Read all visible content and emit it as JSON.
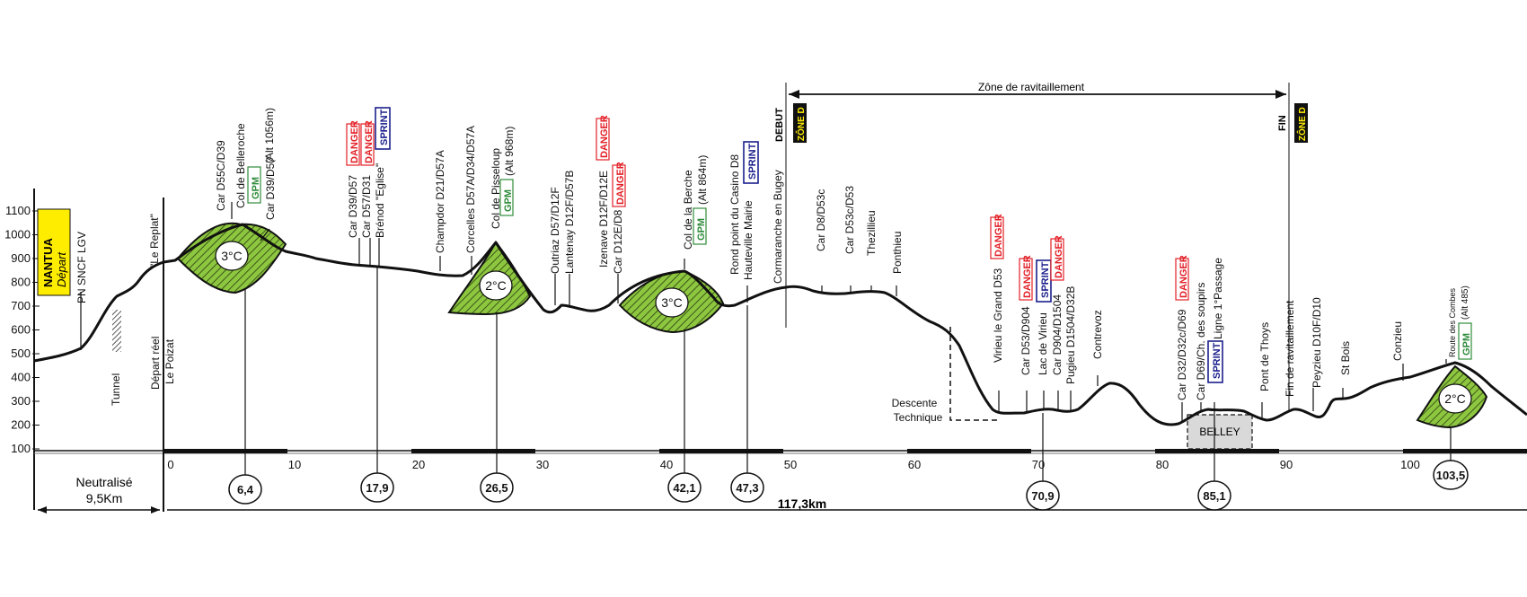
{
  "start": {
    "town": "NANTUA",
    "depart": "Départ",
    "pn": "PN SNCF LGV",
    "tunnel": "Tunnel",
    "le_replat": "\"Le Replat\"",
    "depart_reel": "Départ réel",
    "le_poizat": "Le Poizat"
  },
  "y_axis": [
    "100",
    "200",
    "300",
    "400",
    "500",
    "600",
    "700",
    "800",
    "900",
    "1000",
    "1100"
  ],
  "x_axis": [
    "0",
    "10",
    "20",
    "30",
    "40",
    "50",
    "60",
    "70",
    "80",
    "90",
    "100"
  ],
  "neutral": {
    "line1": "Neutralisé",
    "line2": "9,5Km"
  },
  "total": "117,3km",
  "zone": {
    "label": "Zône de ravitaillement",
    "debut": "DEBUT",
    "fin": "FIN",
    "zone_d": "ZÔNE D"
  },
  "tags": {
    "gpm": "GPM",
    "danger": "DANGER",
    "sprint": "SPRINT"
  },
  "climbs": {
    "c1": {
      "temp": "3°C",
      "km": "6,4"
    },
    "c2": {
      "temp": "2°C",
      "km": "26,5"
    },
    "c3": {
      "temp": "3°C",
      "km": "42,1"
    },
    "c4": {
      "temp": "2°C",
      "km": "103,5"
    }
  },
  "km_markers": {
    "m1": "17,9",
    "m2": "47,3",
    "m3": "70,9",
    "m4": "85,1"
  },
  "points": {
    "car_d55c": "Car D55C/D39",
    "col_belleroche": "Col de Belleroche",
    "alt_1056": "(Alt 1056m)",
    "car_d39_d57": "Car D39/D57",
    "car_d39_d57b": "Car D39/D57",
    "car_d57_d31": "Car D57/D31",
    "brenod": "Brénod \"Eglise\"",
    "champdor": "Champdor D21/D57A",
    "corcelles": "Corcelles D57A/D34/D57A",
    "col_pisseloup": "Col de Pisseloup",
    "alt_968": "(Alt 968m)",
    "outriaz": "Outriaz D57/D12F",
    "lantenay": "Lantenay D12F/D57B",
    "izenave": "Izenave D12F/D12E",
    "car_d12e": "Car D12E/D8",
    "col_berche": "Col de la Berche",
    "alt_864": "(Alt 864m)",
    "rond_point": "Rond point du Casino D8",
    "hauteville": "Hauteville Mairie",
    "cormaranche": "Cormaranche en Bugey",
    "car_d8": "Car D8/D53c",
    "car_d53c": "Car D53c/D53",
    "thezillieu": "Thezillieu",
    "ponthieu": "Ponthieu",
    "virieu_grand": "Virieu le Grand D53",
    "car_d53_d904": "Car D53/D904",
    "lac_virieu": "Lac de Virieu",
    "car_d904": "Car D904/D1504",
    "pugieu": "Pugieu D1504/D32B",
    "contrevoz": "Contrevoz",
    "car_d32": "Car D32/D32c/D69",
    "car_d69": "Car D69/Ch. des soupirs",
    "ligne": "Ligne 1°Passage",
    "pont_thoys": "Pont de Thoys",
    "fin_ravit": "Fin de ravitaillement",
    "peyzieu": "Peyzieu D10F/D10",
    "st_bois": "St Bois",
    "conzieu": "Conzieu",
    "route_combes": "Route des Combes",
    "alt_485": "(Alt 485)"
  },
  "descente": {
    "line1": "Descente",
    "line2": "Technique"
  },
  "belley": "BELLEY",
  "colors": {
    "green": "#8dc63f",
    "danger": "#e21f26",
    "sprint": "#1b1f8c",
    "gpm": "#2e8b3a",
    "yellow": "#ffed00",
    "belley": "#d9d9d9"
  }
}
